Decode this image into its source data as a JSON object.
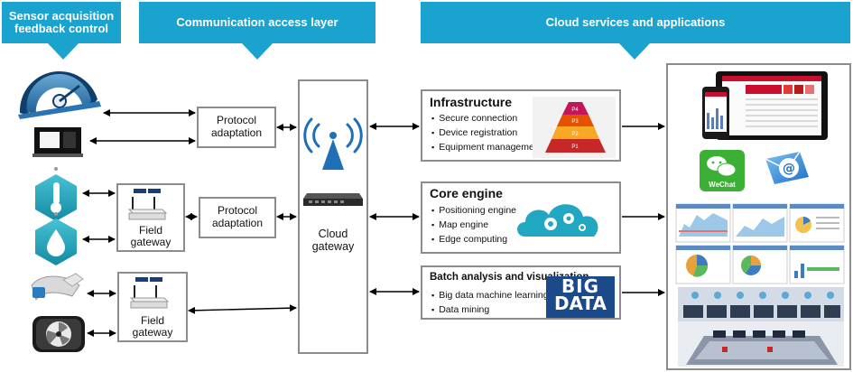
{
  "headers": {
    "sensor": "Sensor acquisition feedback control",
    "communication": "Communication access layer",
    "cloud": "Cloud services and applications"
  },
  "protocol_top": "Protocol adaptation",
  "protocol_mid": "Protocol adaptation",
  "field_gateway_1": "Field gateway",
  "field_gateway_2": "Field gateway",
  "cloud_gateway": "Cloud gateway",
  "infrastructure": {
    "title": "Infrastructure",
    "items": [
      "Secure connection",
      "Device registration",
      "Equipment management"
    ]
  },
  "core_engine": {
    "title": "Core engine",
    "items": [
      "Positioning engine",
      "Map engine",
      "Edge computing"
    ]
  },
  "batch": {
    "title": "Batch analysis and visualization",
    "items": [
      "Big data machine learning",
      "Data mining"
    ]
  },
  "pyramid_labels": [
    "P4",
    "P3",
    "P2",
    "P1"
  ],
  "wechat_label": "WeChat",
  "big_data_lines": [
    "BIG",
    "DATA"
  ],
  "colors": {
    "banner": "#1aa3cf",
    "border": "#8c8c8c",
    "wechat": "#3cb035"
  }
}
